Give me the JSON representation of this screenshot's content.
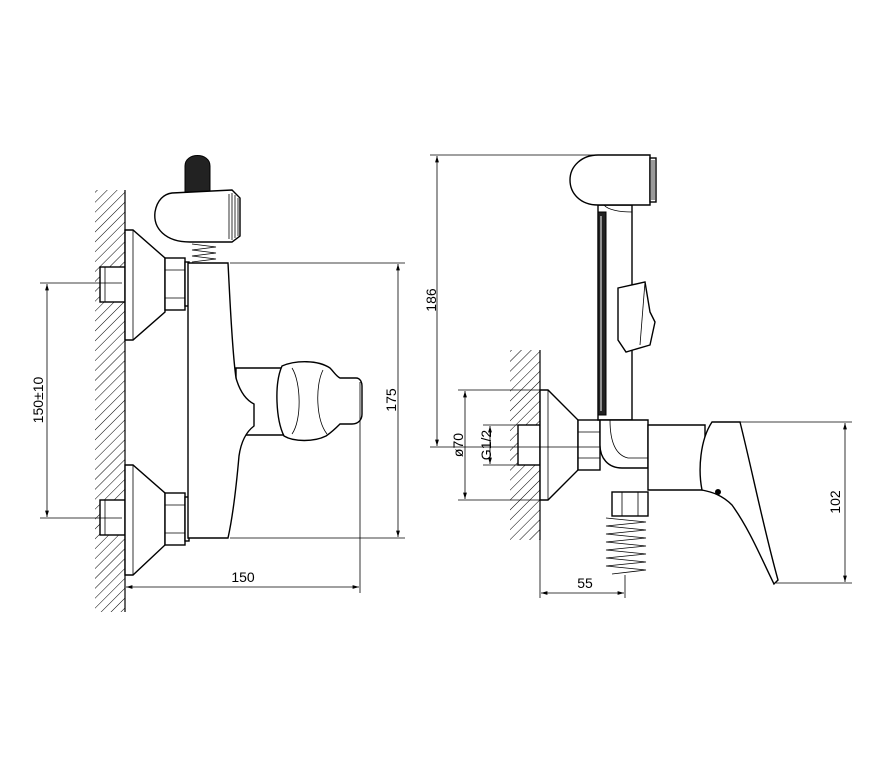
{
  "dimensions": {
    "left_spacing": "150±10",
    "left_depth": "150",
    "left_height": "175",
    "right_height": "186",
    "right_flange_diameter": "ø70",
    "right_thread": "G1/2",
    "right_depth": "55",
    "right_lever": "102"
  },
  "colors": {
    "line": "#000000",
    "background": "#ffffff",
    "hose": "#222222"
  }
}
